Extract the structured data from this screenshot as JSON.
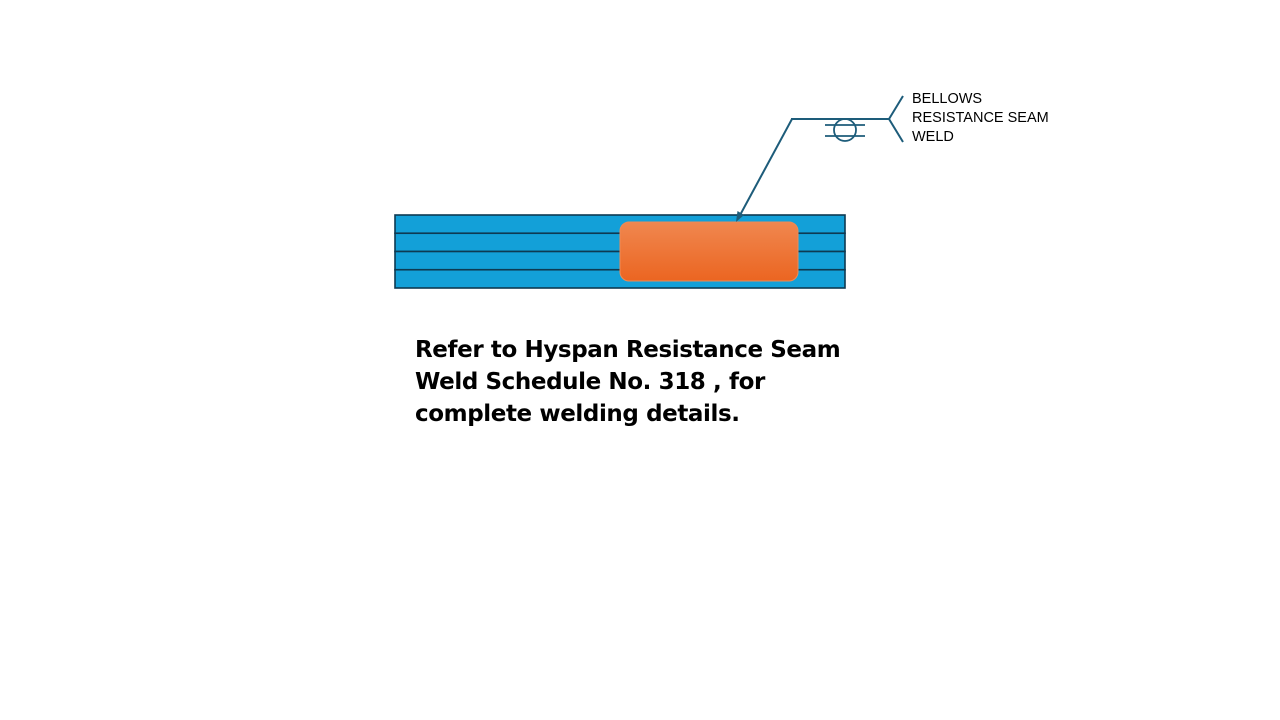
{
  "callout": {
    "lines": [
      "BELLOWS",
      "RESISTANCE SEAM",
      "WELD"
    ]
  },
  "note": {
    "lines": [
      "Refer to Hyspan Resistance Seam",
      "Weld Schedule No. 318 , for",
      "complete welding details."
    ]
  },
  "colors": {
    "bellows_fill": "#13a0d8",
    "bellows_stroke": "#0e3a52",
    "weld_fill_top": "#f0874f",
    "weld_fill_bottom": "#eb6521",
    "leader_line": "#1d5c7a"
  },
  "icons": {
    "weld_symbol": "seam-weld-symbol-icon",
    "arrow": "arrowhead-icon"
  }
}
